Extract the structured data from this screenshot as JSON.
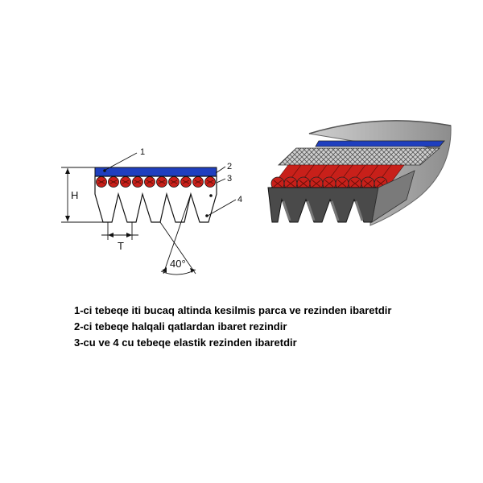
{
  "diagram": {
    "callouts": [
      "1",
      "2",
      "3",
      "4"
    ],
    "height_label": "H",
    "pitch_label": "T",
    "angle_label": "40°"
  },
  "caption": {
    "lines": [
      "1-ci tebeqe iti bucaq altinda kesilmis parca ve rezinden ibaretdir",
      "2-ci tebeqe halqali qatlardan ibaret rezindir",
      "3-cu ve 4 cu tebeqe elastik rezinden ibaretdir"
    ]
  },
  "colors": {
    "blue_layer": "#1f3fbf",
    "cord_red": "#c8201a",
    "rubber_gray": "#b4b4b4",
    "rubber_dark": "#4a4a4a"
  }
}
